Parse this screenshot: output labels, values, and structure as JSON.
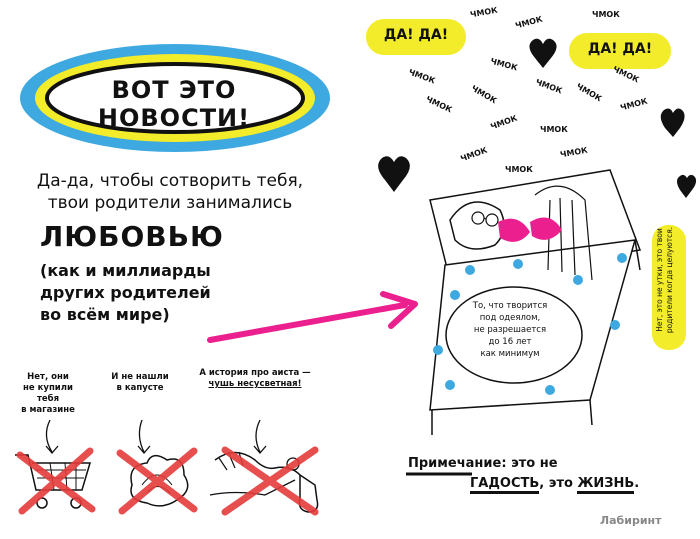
{
  "title": "ВОТ ЭТО НОВОСТИ!",
  "intro": {
    "line1": "Да-да, чтобы сотворить тебя,",
    "line2": "твои родители занимались",
    "love": "ЛЮБОВЬЮ",
    "line3": "(как и миллиарды",
    "line4": "других родителей",
    "line5": "во всём мире)"
  },
  "captions": {
    "shop": [
      "Нет, они",
      "не купили",
      "тебя",
      "в магазине"
    ],
    "cabbage": [
      "И не нашли",
      "в капусте"
    ],
    "stork": [
      "А история про аиста —",
      "чушь несусветная!"
    ]
  },
  "bubbles": {
    "yes_left": "ДА! ДА!",
    "yes_right": "ДА! ДА!"
  },
  "kiss_word": "ЧМОК",
  "pillow_note": [
    "То, что творится",
    "под одеялом,",
    "не разрешается",
    "до 16 лет",
    "как минимум"
  ],
  "side_note": [
    "Нет, это не утки, это твои",
    "родители когда целуются."
  ],
  "footnote": {
    "prefix": "Примечание: это не",
    "word1": "ГАДОСТЬ",
    "middle": ", это ",
    "word2": "ЖИЗНЬ",
    "end": "."
  },
  "logo": "Лабиринт",
  "colors": {
    "yellow": "#f3ec2a",
    "blue": "#3ea8e0",
    "pink": "#ec1f8e",
    "red": "#e53b3b",
    "ink": "#111111"
  }
}
